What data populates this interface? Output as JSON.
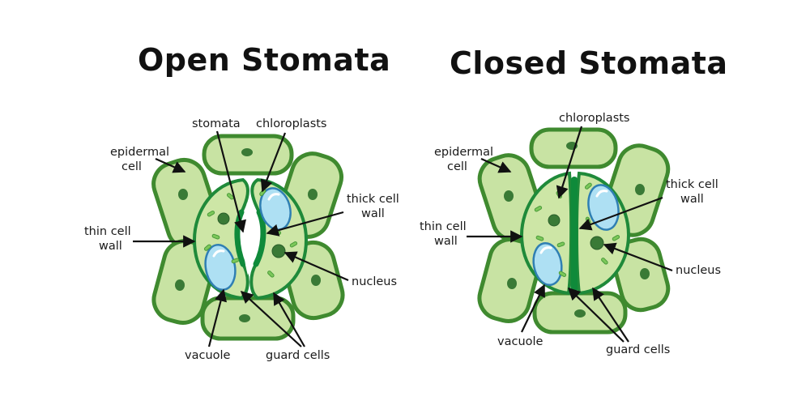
{
  "titles": {
    "open": "Open Stomata",
    "closed": "Closed Stomata"
  },
  "open_labels": {
    "stomata": "stomata",
    "chloroplasts": "chloroplasts",
    "epidermal_1": "epidermal",
    "epidermal_2": "cell",
    "thick_1": "thick cell",
    "thick_2": "wall",
    "thin_1": "thin cell",
    "thin_2": "wall",
    "nucleus": "nucleus",
    "vacuole": "vacuole",
    "guard_cells": "guard cells"
  },
  "closed_labels": {
    "chloroplasts": "chloroplasts",
    "epidermal_1": "epidermal",
    "epidermal_2": "cell",
    "thick_1": "thick cell",
    "thick_2": "wall",
    "thin_1": "thin cell",
    "thin_2": "wall",
    "nucleus": "nucleus",
    "vacuole": "vacuole",
    "guard_cells": "guard cells"
  },
  "colors": {
    "epidermal_fill": "#c8e3a3",
    "cell_wall": "#1f8a3a",
    "vacuole": "#aee0f3",
    "nucleus": "#3a7a36"
  }
}
